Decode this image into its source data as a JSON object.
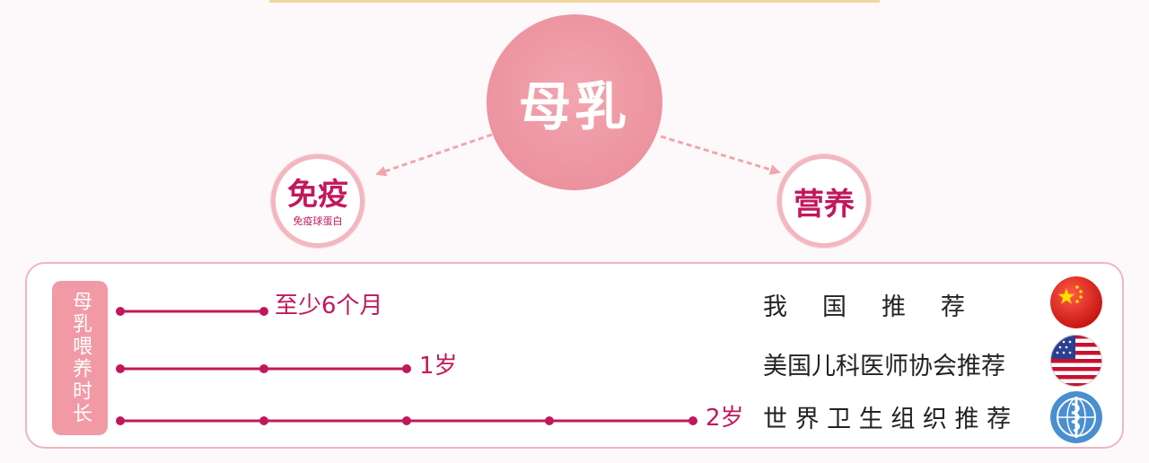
{
  "center": {
    "label": "母乳"
  },
  "left": {
    "label": "免疫",
    "caption": "免疫球蛋白"
  },
  "right": {
    "label": "营养"
  },
  "panel": {
    "side_label": "母乳喂养时长",
    "rows": [
      {
        "duration": "至少6个月",
        "recommender": "我　国　推　荐",
        "flag_icon": "china-flag-icon"
      },
      {
        "duration": "1岁",
        "recommender": "美国儿科医师协会推荐",
        "flag_icon": "usa-flag-icon"
      },
      {
        "duration": "2岁",
        "recommender": "世 界 卫 生 组 织 推 荐",
        "flag_icon": "who-emblem-icon"
      }
    ]
  },
  "colors": {
    "accent": "#c2185b",
    "circle_pink": "#ec939f",
    "border_pink": "#efb6bd",
    "label_bg": "#f19aa6"
  }
}
